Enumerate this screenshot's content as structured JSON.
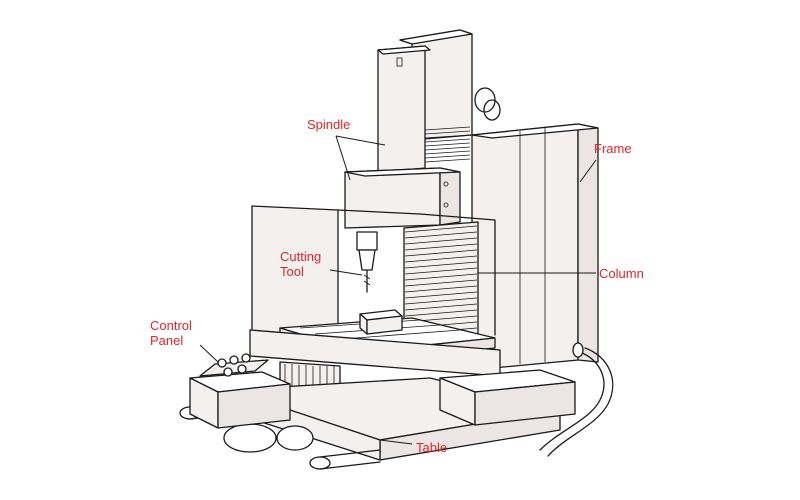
{
  "labels": {
    "spindle": "Spindle",
    "frame": "Frame",
    "cutting_tool": "Cutting\nTool",
    "column": "Column",
    "control_panel": "Control\nPanel",
    "table": "Table"
  },
  "colors": {
    "label": "#e0252b",
    "outline": "#1a1a1a",
    "fill": "#f4f0ee"
  }
}
